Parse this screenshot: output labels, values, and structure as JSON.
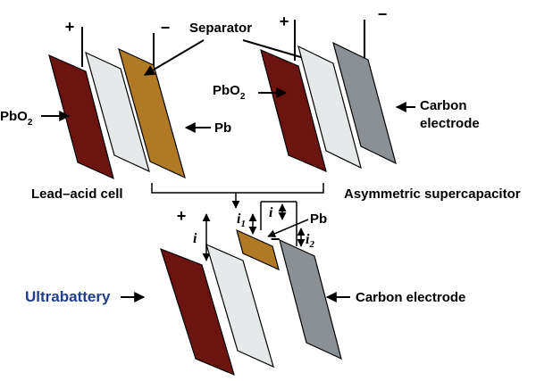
{
  "colors": {
    "pbo2_plate": "#6b1410",
    "separator": "#e6e9e9",
    "pb_plate": "#b07a25",
    "carbon_plate": "#8a9093",
    "ultrabattery_label": "#1f3f8a"
  },
  "lead_acid": {
    "plus": "+",
    "minus": "−",
    "pbo2_main": "PbO",
    "pbo2_sub": "2",
    "pb_label": "Pb",
    "caption": "Lead–acid cell"
  },
  "separator_label": "Separator",
  "asymmetric": {
    "plus": "+",
    "minus": "−",
    "pbo2_main": "PbO",
    "pbo2_sub": "2",
    "carbon_line1": "Carbon",
    "carbon_line2": "electrode",
    "caption": "Asymmetric supercapacitor"
  },
  "ultrabattery": {
    "plus": "+",
    "minus": "−",
    "i_label": "i",
    "i_top": "i",
    "i1_main": "i",
    "i1_sub": "1",
    "i2_main": "i",
    "i2_sub": "2",
    "pb_label": "Pb",
    "name": "Ultrabattery",
    "carbon_label": "Carbon electrode"
  }
}
